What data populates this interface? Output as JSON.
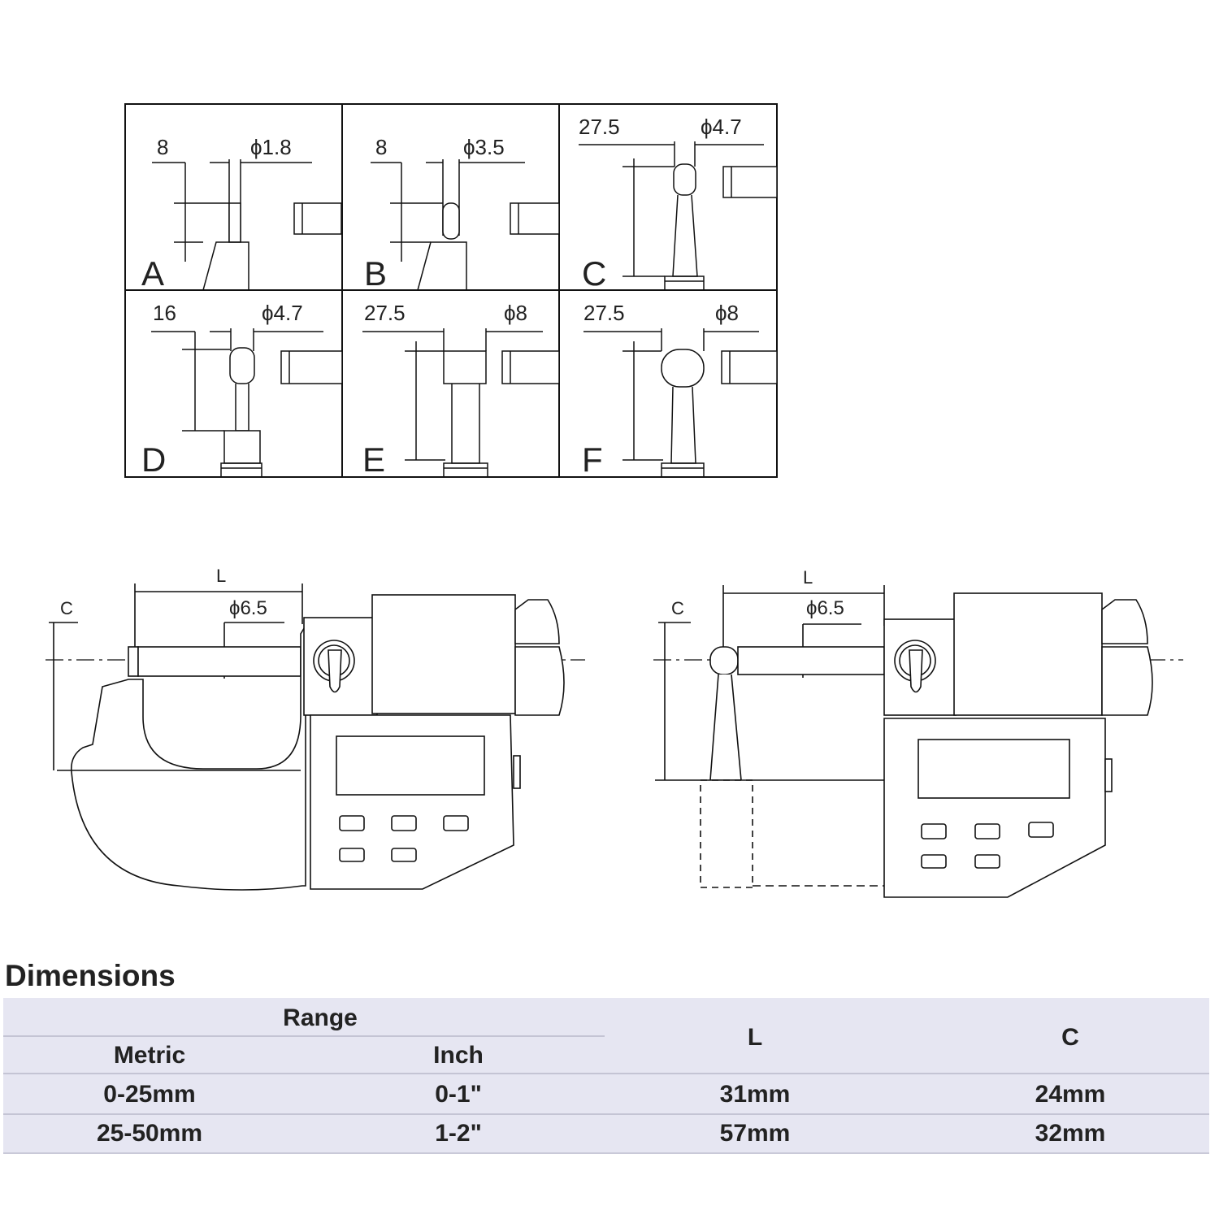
{
  "panels": [
    {
      "letter": "A",
      "height_label": "8",
      "diameter_label": "ϕ1.8"
    },
    {
      "letter": "B",
      "height_label": "8",
      "diameter_label": "ϕ3.5"
    },
    {
      "letter": "C",
      "height_label": "27.5",
      "diameter_label": "ϕ4.7"
    },
    {
      "letter": "D",
      "height_label": "16",
      "diameter_label": "ϕ4.7"
    },
    {
      "letter": "E",
      "height_label": "27.5",
      "diameter_label": "ϕ8"
    },
    {
      "letter": "F",
      "height_label": "27.5",
      "diameter_label": "ϕ8"
    }
  ],
  "micrometers": [
    {
      "length_label": "L",
      "c_label": "C",
      "spindle_label": "ϕ6.5"
    },
    {
      "length_label": "L",
      "c_label": "C",
      "spindle_label": "ϕ6.5"
    }
  ],
  "dimensions": {
    "title": "Dimensions",
    "header": {
      "range": "Range",
      "metric": "Metric",
      "inch": "Inch",
      "l": "L",
      "c": "C"
    },
    "rows": [
      {
        "metric": "0-25mm",
        "inch": "0-1\"",
        "l": "31mm",
        "c": "24mm"
      },
      {
        "metric": "25-50mm",
        "inch": "1-2\"",
        "l": "57mm",
        "c": "32mm"
      }
    ]
  }
}
